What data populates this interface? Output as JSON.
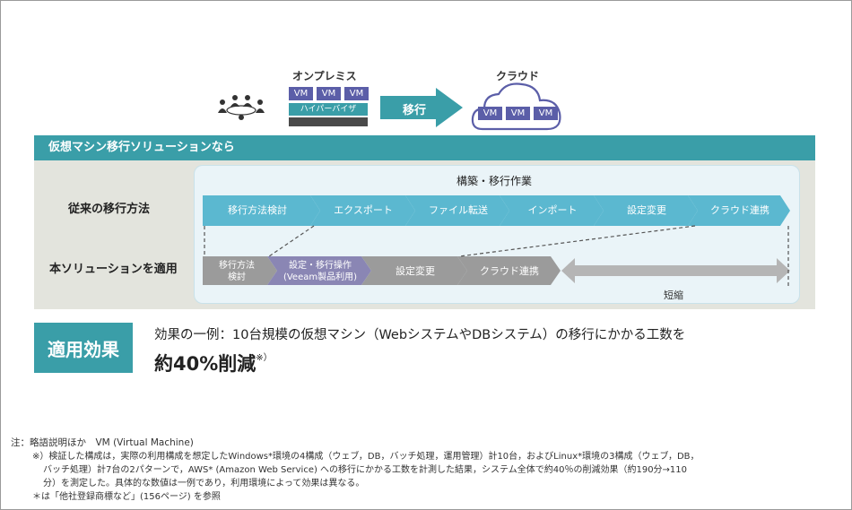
{
  "top": {
    "onprem_label": "オンプレミス",
    "vm_labels": [
      "VM",
      "VM",
      "VM"
    ],
    "hypervisor_label": "ハイパーバイザ",
    "migrate_label": "移行",
    "cloud_label": "クラウド",
    "cloud_vm_labels": [
      "VM",
      "VM",
      "VM"
    ]
  },
  "banner": {
    "title": "仮想マシン移行ソリューションなら"
  },
  "panel": {
    "header": "構築・移行作業",
    "row1_label": "従来の移行方法",
    "row2_label": "本ソリューションを適用",
    "row1_steps": [
      "移行方法検討",
      "エクスポート",
      "ファイル転送",
      "インポート",
      "設定変更",
      "クラウド連携"
    ],
    "row2_steps": [
      {
        "line1": "移行方法",
        "line2": "検討"
      },
      {
        "line1": "設定・移行操作",
        "line2": "(Veeam製品利用)"
      },
      {
        "line1": "設定変更",
        "line2": ""
      },
      {
        "line1": "クラウド連携",
        "line2": ""
      }
    ],
    "shorten_label": "短縮"
  },
  "effect": {
    "box_label": "適用効果",
    "line1": "効果の一例：10台規模の仮想マシン（WebシステムやDBシステム）の移行にかかる工数を",
    "line2_main": "約40%削減",
    "line2_mark": "※）"
  },
  "notes": {
    "n1": "注：略語説明ほか　VM (Virtual Machine)",
    "n2": "※）検証した構成は，実際の利用構成を想定したWindows*環境の4構成（ウェブ，DB，バッチ処理，運用管理）計10台，およびLinux*環境の3構成（ウェブ，DB，",
    "n3": "バッチ処理）計7台の2パターンで，AWS* (Amazon Web Service) への移行にかかる工数を計測した結果，システム全体で約40％の削減効果（約190分→110",
    "n4": "分）を測定した。具体的な数値は一例であり，利用環境によって効果は異なる。",
    "n5": "＊は「他社登録商標など」(156ページ) を参照"
  },
  "colors": {
    "teal": "#3a9ea8",
    "chevron_teal": "#5bb8d0",
    "chevron_gray": "#9b9b9b",
    "chevron_purple": "#8a86b4",
    "vm_purple": "#5b5ea8"
  }
}
